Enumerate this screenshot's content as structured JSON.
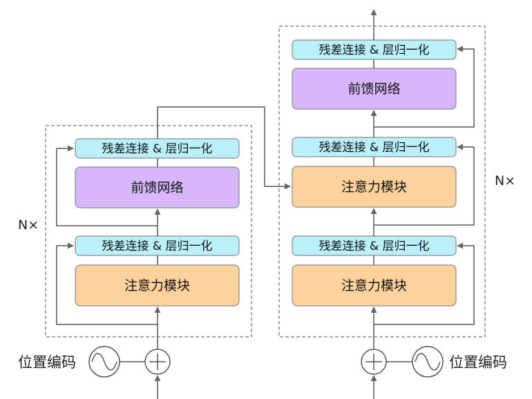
{
  "encoder": {
    "repeat_label": "N×",
    "add_norm_top": "残差连接 & 层归一化",
    "ffn": "前馈网络",
    "add_norm_bottom": "残差连接 & 层归一化",
    "attention": "注意力模块",
    "positional_encoding": "位置编码"
  },
  "decoder": {
    "repeat_label": "N×",
    "add_norm_top": "残差连接 & 层归一化",
    "ffn": "前馈网络",
    "add_norm_mid": "残差连接 & 层归一化",
    "cross_attention": "注意力模块",
    "add_norm_bottom": "残差连接 & 层归一化",
    "self_attention": "注意力模块",
    "positional_encoding": "位置编码"
  },
  "colors": {
    "add_norm_fill": "#b9f0fa",
    "ffn_fill": "#d8b6fb",
    "attention_fill": "#fdd29c",
    "box_stroke": "#8a8a8a",
    "line": "#555555",
    "arrow": "#666666"
  }
}
